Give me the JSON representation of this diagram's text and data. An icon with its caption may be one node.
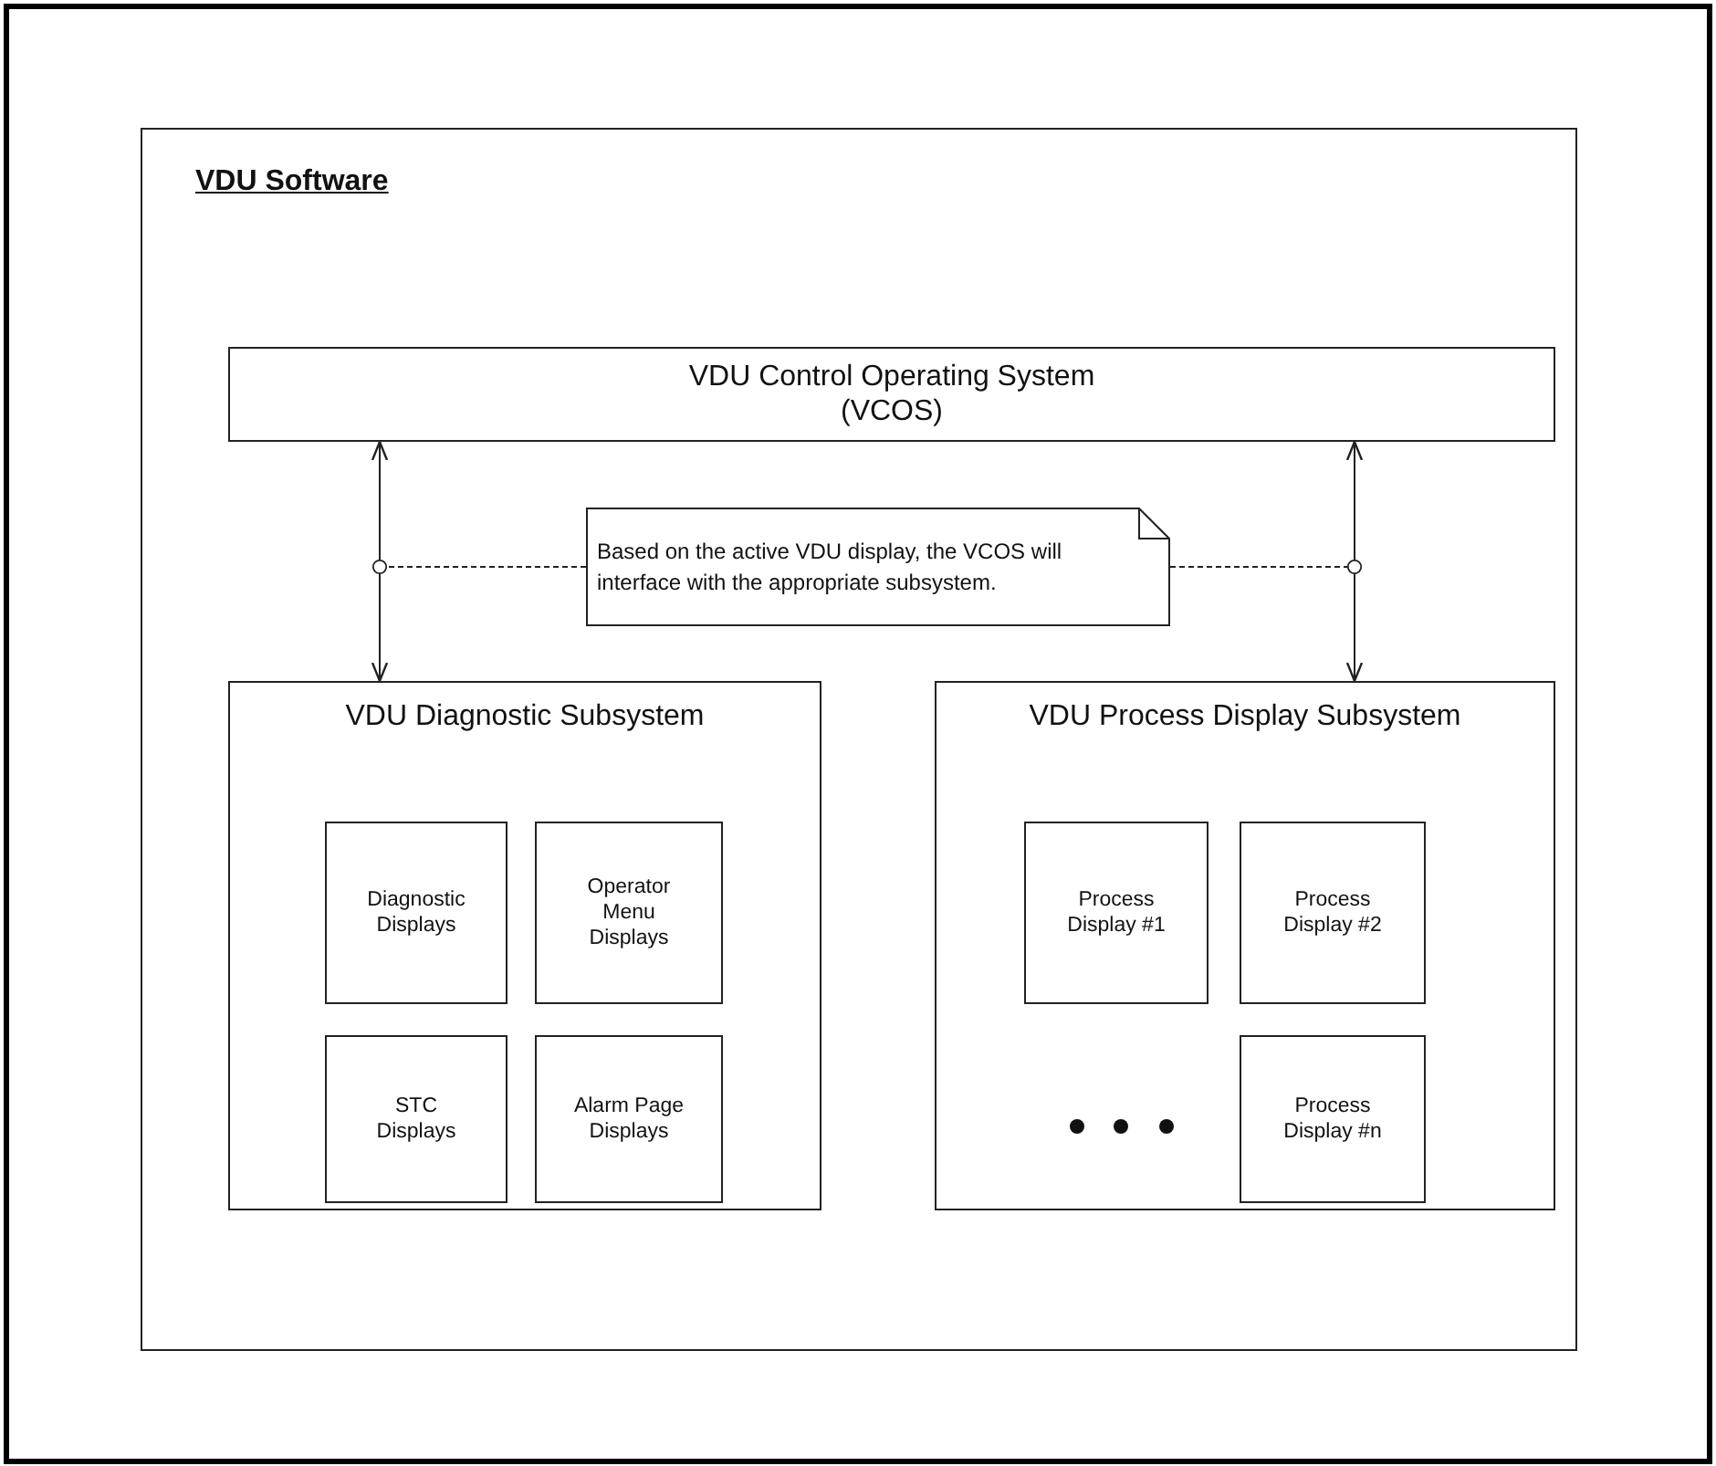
{
  "diagram": {
    "nodes": [
      {
        "text": [
          "VDU Software"
        ]
      },
      {
        "text": [
          "VDU Control Operating System",
          "(VCOS)"
        ],
        "in": 0
      },
      {
        "text": [
          "Based on the active VDU display, the VCOS will interface with the appropriate subsystem."
        ],
        "in": 0
      },
      {
        "text": [
          "VDU Diagnostic Subsystem"
        ],
        "in": 0
      },
      {
        "text": [
          "Diagnostic Displays"
        ],
        "in": 3
      },
      {
        "text": [
          "Operator Menu Displays"
        ],
        "in": 3
      },
      {
        "text": [
          "STC Displays"
        ],
        "in": 3
      },
      {
        "text": [
          "Alarm Page Displays"
        ],
        "in": 3
      },
      {
        "text": [
          "VDU Process Display Subsystem"
        ],
        "in": 0
      },
      {
        "text": [
          "Process Display #1"
        ],
        "in": 8
      },
      {
        "text": [
          "Process Display #2"
        ],
        "in": 8
      },
      {
        "text": [
          "Process Display #n"
        ],
        "in": 8
      }
    ],
    "edges": [
      {
        "from": 1,
        "to": 3,
        "arrow": "both"
      },
      {
        "from": 1,
        "to": 8,
        "arrow": "both"
      },
      {
        "from": 2,
        "to": null,
        "arrow": "other",
        "style": "dashed"
      },
      {
        "from": 2,
        "to": null,
        "arrow": "other",
        "style": "dashed"
      }
    ]
  }
}
